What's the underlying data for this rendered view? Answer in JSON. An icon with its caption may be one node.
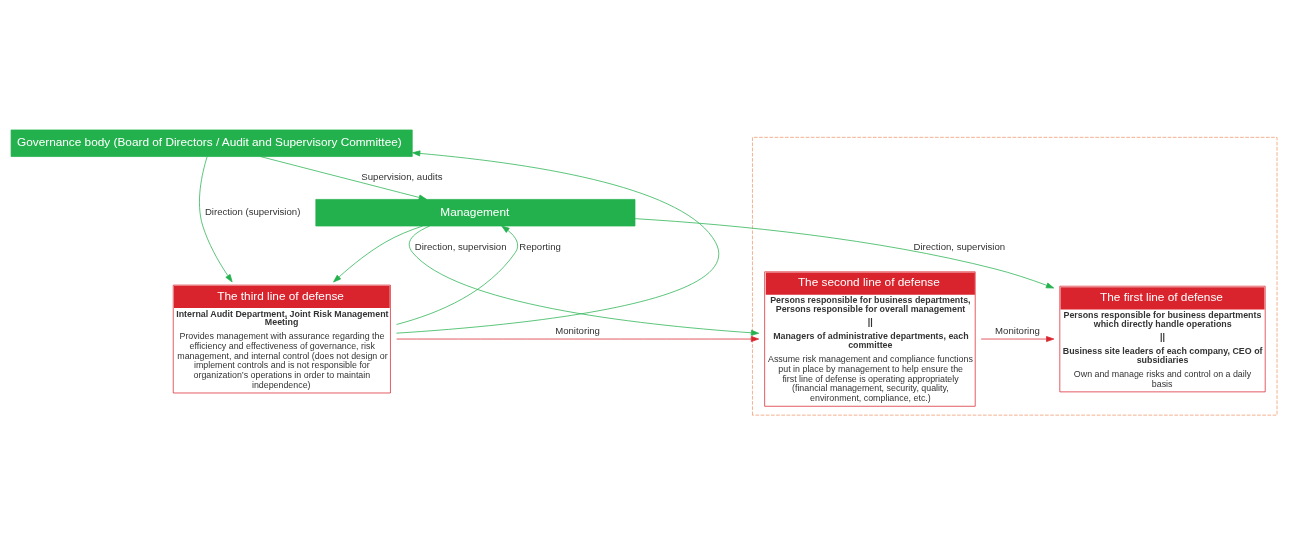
{
  "diagram": {
    "nodes": [
      {
        "text": [
          "Governance body (Board of Directors / Audit and Supervisory Committee)"
        ]
      },
      {
        "text": [
          "Management"
        ]
      },
      {
        "text": [],
        "shape": "box"
      },
      {
        "text": [
          "The first line of defense",
          "Persons responsible for business departments which directly handle operations",
          "||",
          "Business site leaders of each company, CEO of subsidiaries",
          "Own and manage risks and control on a daily basis"
        ],
        "in": 2
      },
      {
        "text": [
          "The second line of defense",
          "Persons responsible for business departments, Persons responsible for overall management",
          "||",
          "Managers of administrative departments, each committee",
          "Assume risk management and compliance functions put in place by management to help ensure the first line of defense is operating appropriately (financial management, security, quality, environment, compliance, etc.)"
        ],
        "in": 2
      },
      {
        "text": [
          "The third line of defense",
          "Internal Audit Department, Joint Risk Management Meeting",
          "Provides management with assurance regarding the efficiency and effectiveness of governance, risk management, and internal control (does not design or implement controls and is not responsible for organization’s operations in order to maintain independence)"
        ]
      }
    ],
    "edges": [
      {
        "from": 0,
        "to": 1,
        "arrow": "to",
        "label": "Supervision, audits"
      },
      {
        "from": 1,
        "to": 3,
        "arrow": "to",
        "label": "Direction, supervision"
      },
      {
        "from": 1,
        "to": 4,
        "arrow": "to",
        "label": "Direction, supervision"
      },
      {
        "from": 1,
        "to": 5,
        "arrow": "to"
      },
      {
        "from": 5,
        "to": 1,
        "arrow": "to",
        "label": "Reporting"
      },
      {
        "from": 5,
        "to": 0,
        "arrow": "to"
      },
      {
        "from": 0,
        "to": 5,
        "arrow": "to",
        "label": "Direction (supervision)"
      },
      {
        "from": 4,
        "to": 3,
        "arrow": "to",
        "label": "Monitoring",
        "color": "#d9232d"
      },
      {
        "from": 5,
        "to": 4,
        "arrow": "to",
        "label": "Monitoring",
        "color": "#d9232d"
      }
    ]
  }
}
